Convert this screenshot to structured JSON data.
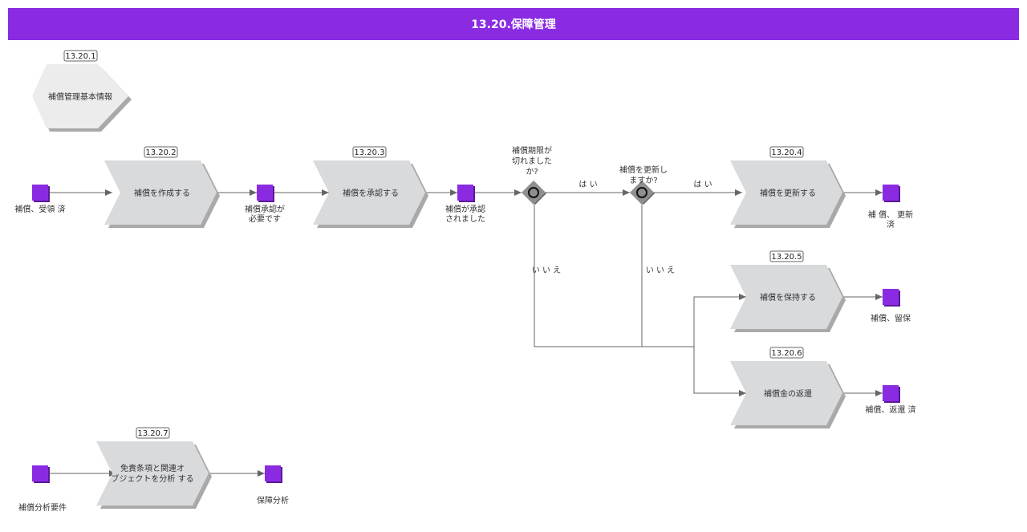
{
  "title": "13.20.保障管理",
  "colors": {
    "accent": "#8a2be2",
    "shape_fill": "#d9dadc",
    "hex_fill": "#ececec",
    "shadow": "#a9a9a9",
    "gateway": "#8f8f8f"
  },
  "ids": {
    "p1": "13.20.1",
    "p2": "13.20.2",
    "p3": "13.20.3",
    "p4": "13.20.4",
    "p5": "13.20.5",
    "p6": "13.20.6",
    "p7": "13.20.7"
  },
  "processes": {
    "p1": "補償管理基本情報",
    "p2": "補償を作成する",
    "p3": "補償を承認する",
    "p4": "補償を更新する",
    "p5": "補償を保持する",
    "p6": "補償金の返還",
    "p7_line1": "免責条項と関連オ",
    "p7_line2": "ブジェクトを分析 する"
  },
  "events": {
    "e_start": "補償、受領 済",
    "e_required_1": "補償承認が",
    "e_required_2": "必要です",
    "e_approved_1": "補償が承認",
    "e_approved_2": "されました",
    "e_updated_1": "補 償、 更新",
    "e_updated_2": "済",
    "e_retained": "補償、留保",
    "e_returned": "補償、返還 済",
    "e_req_analysis": "補償分析要件",
    "e_analysis": "保障分析"
  },
  "gateways": {
    "g1_line1": "補償期限が",
    "g1_line2": "切れました",
    "g1_line3": "か?",
    "g2_line1": "補償を更新し",
    "g2_line2": "ますか?"
  },
  "edge_labels": {
    "g1_yes": "は い",
    "g2_yes": "は い",
    "g1_no": "い い え",
    "g2_no": "い い え"
  }
}
